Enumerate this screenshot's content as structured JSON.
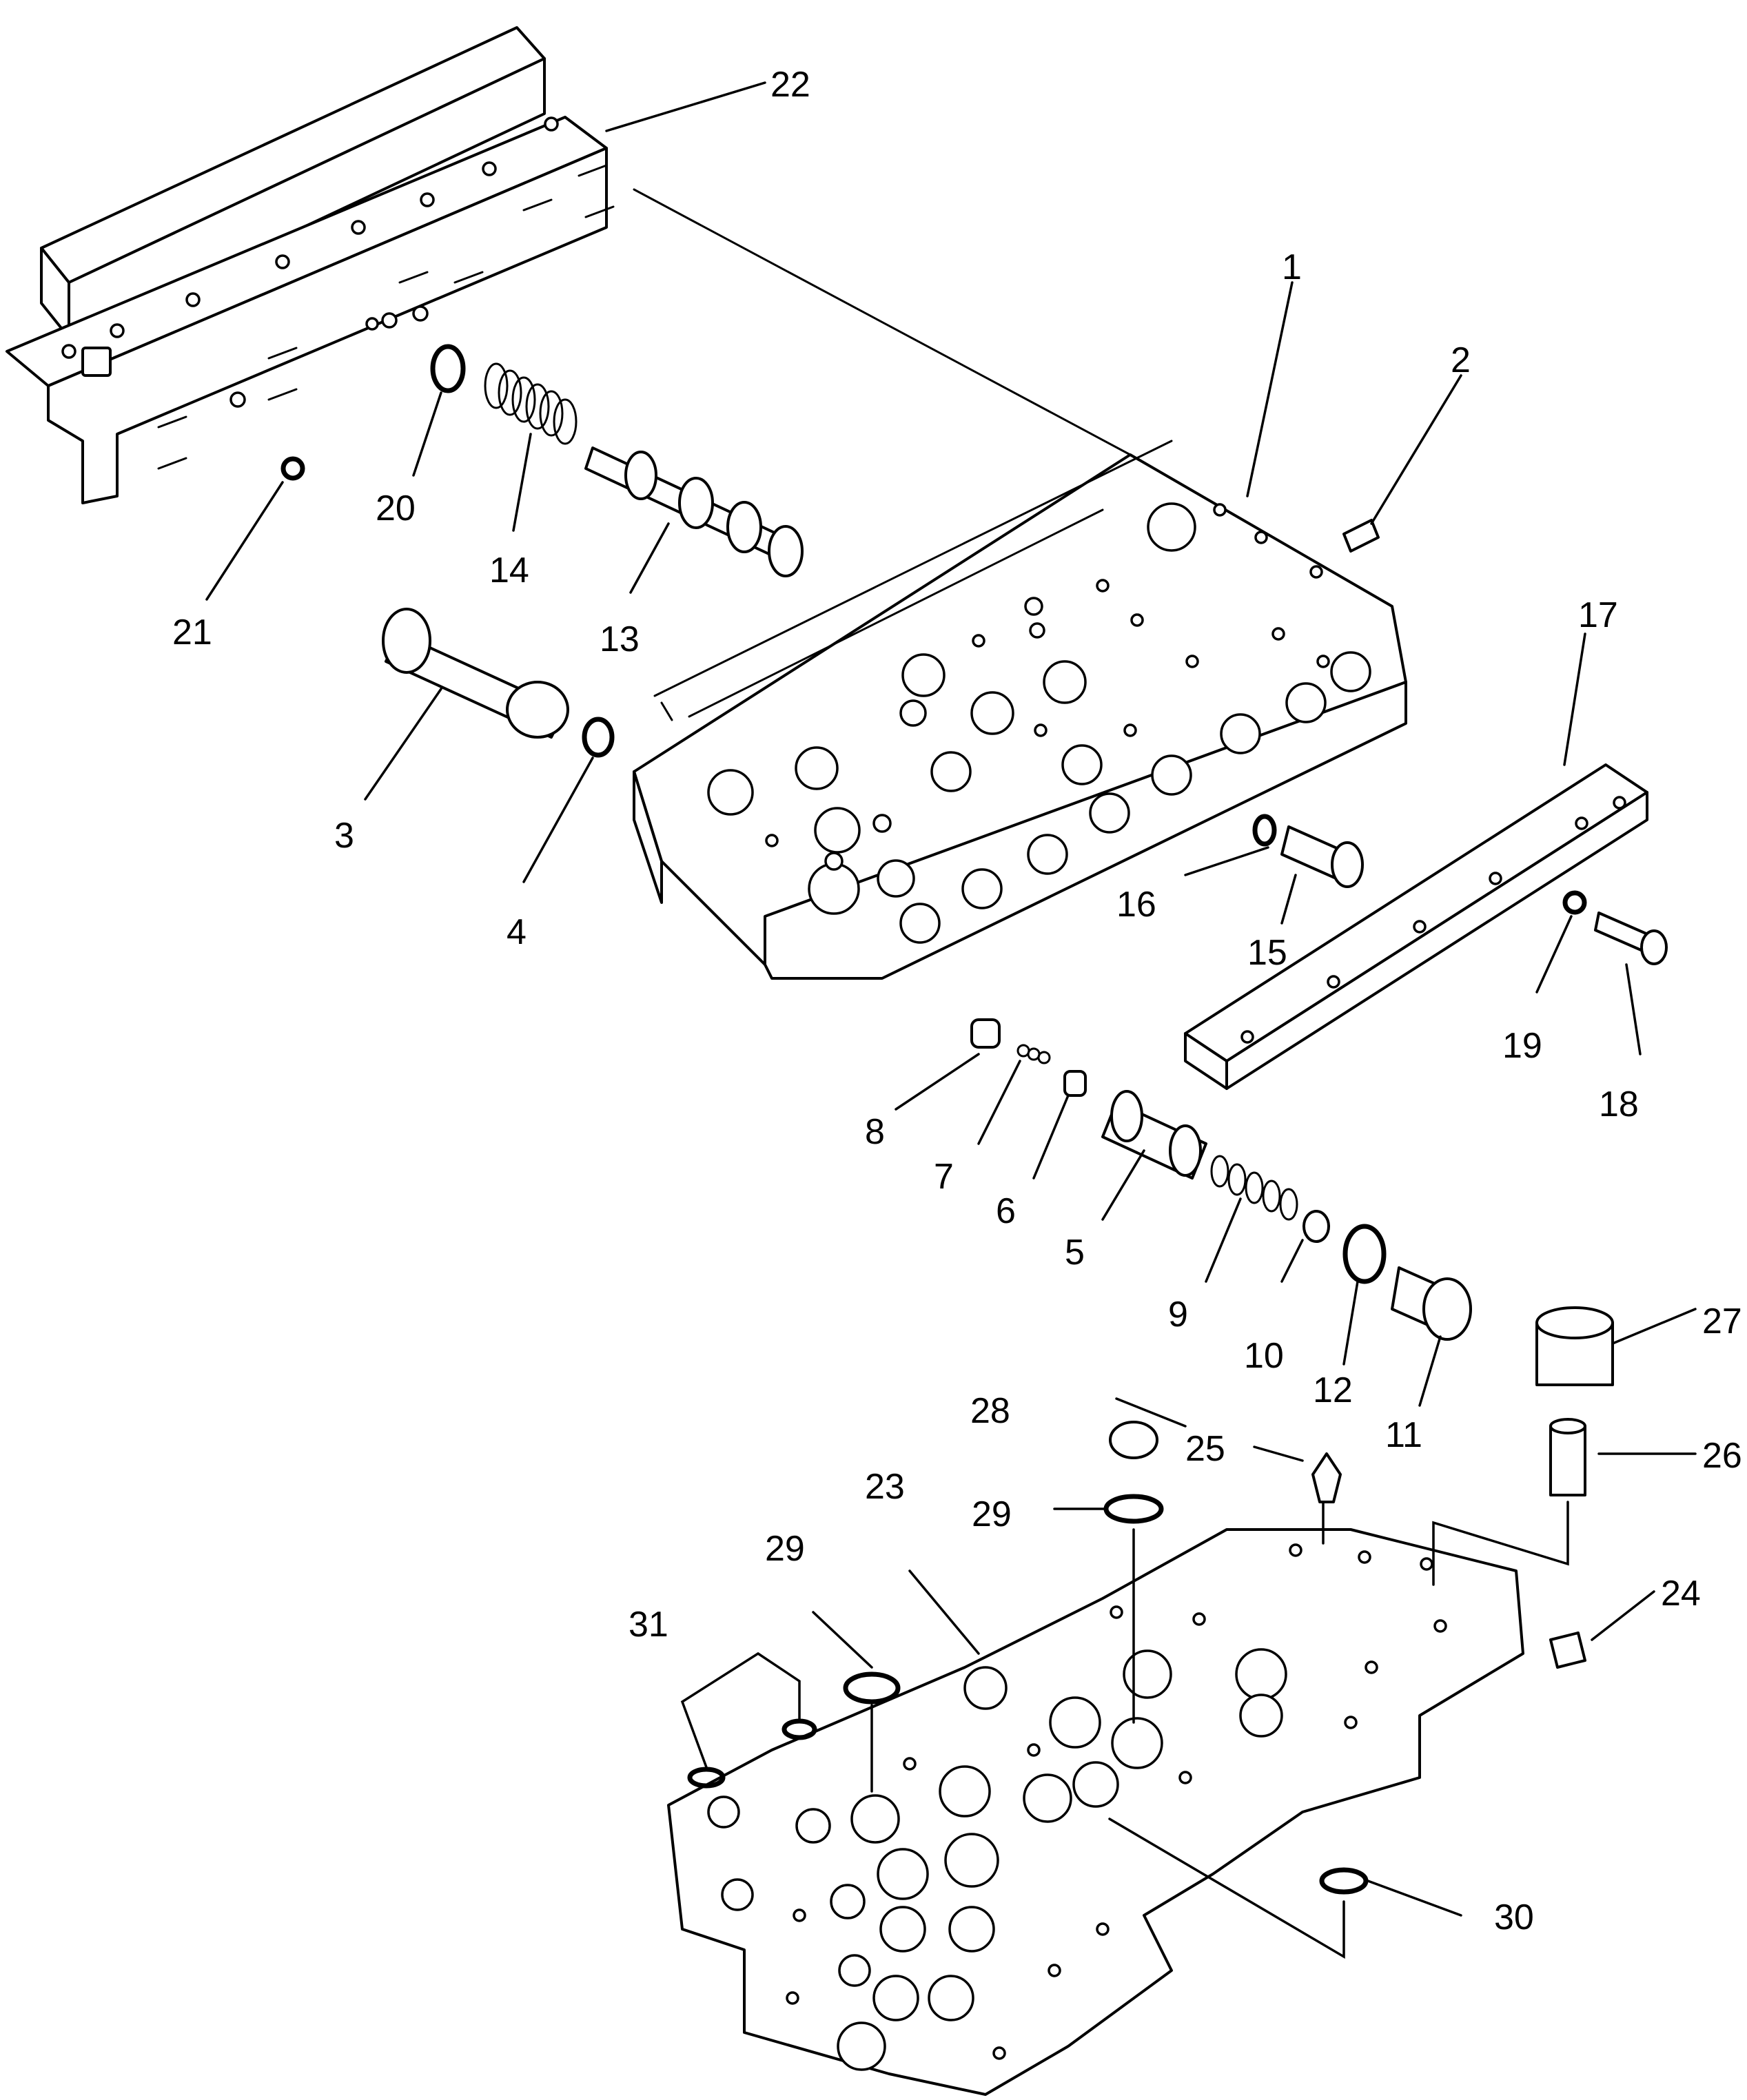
{
  "callouts": [
    {
      "id": "1",
      "text": "1"
    },
    {
      "id": "2",
      "text": "2"
    },
    {
      "id": "3",
      "text": "3"
    },
    {
      "id": "4",
      "text": "4"
    },
    {
      "id": "5",
      "text": "5"
    },
    {
      "id": "6",
      "text": "6"
    },
    {
      "id": "7",
      "text": "7"
    },
    {
      "id": "8",
      "text": "8"
    },
    {
      "id": "9",
      "text": "9"
    },
    {
      "id": "10",
      "text": "10"
    },
    {
      "id": "11",
      "text": "11"
    },
    {
      "id": "12",
      "text": "12"
    },
    {
      "id": "13",
      "text": "13"
    },
    {
      "id": "14",
      "text": "14"
    },
    {
      "id": "15",
      "text": "15"
    },
    {
      "id": "16",
      "text": "16"
    },
    {
      "id": "17",
      "text": "17"
    },
    {
      "id": "18",
      "text": "18"
    },
    {
      "id": "19",
      "text": "19"
    },
    {
      "id": "20",
      "text": "20"
    },
    {
      "id": "21",
      "text": "21"
    },
    {
      "id": "22",
      "text": "22"
    },
    {
      "id": "23",
      "text": "23"
    },
    {
      "id": "24",
      "text": "24"
    },
    {
      "id": "25",
      "text": "25"
    },
    {
      "id": "26",
      "text": "26"
    },
    {
      "id": "27",
      "text": "27"
    },
    {
      "id": "28",
      "text": "28"
    },
    {
      "id": "29a",
      "text": "29"
    },
    {
      "id": "29b",
      "text": "29"
    },
    {
      "id": "30",
      "text": "30"
    },
    {
      "id": "31",
      "text": "31"
    }
  ]
}
